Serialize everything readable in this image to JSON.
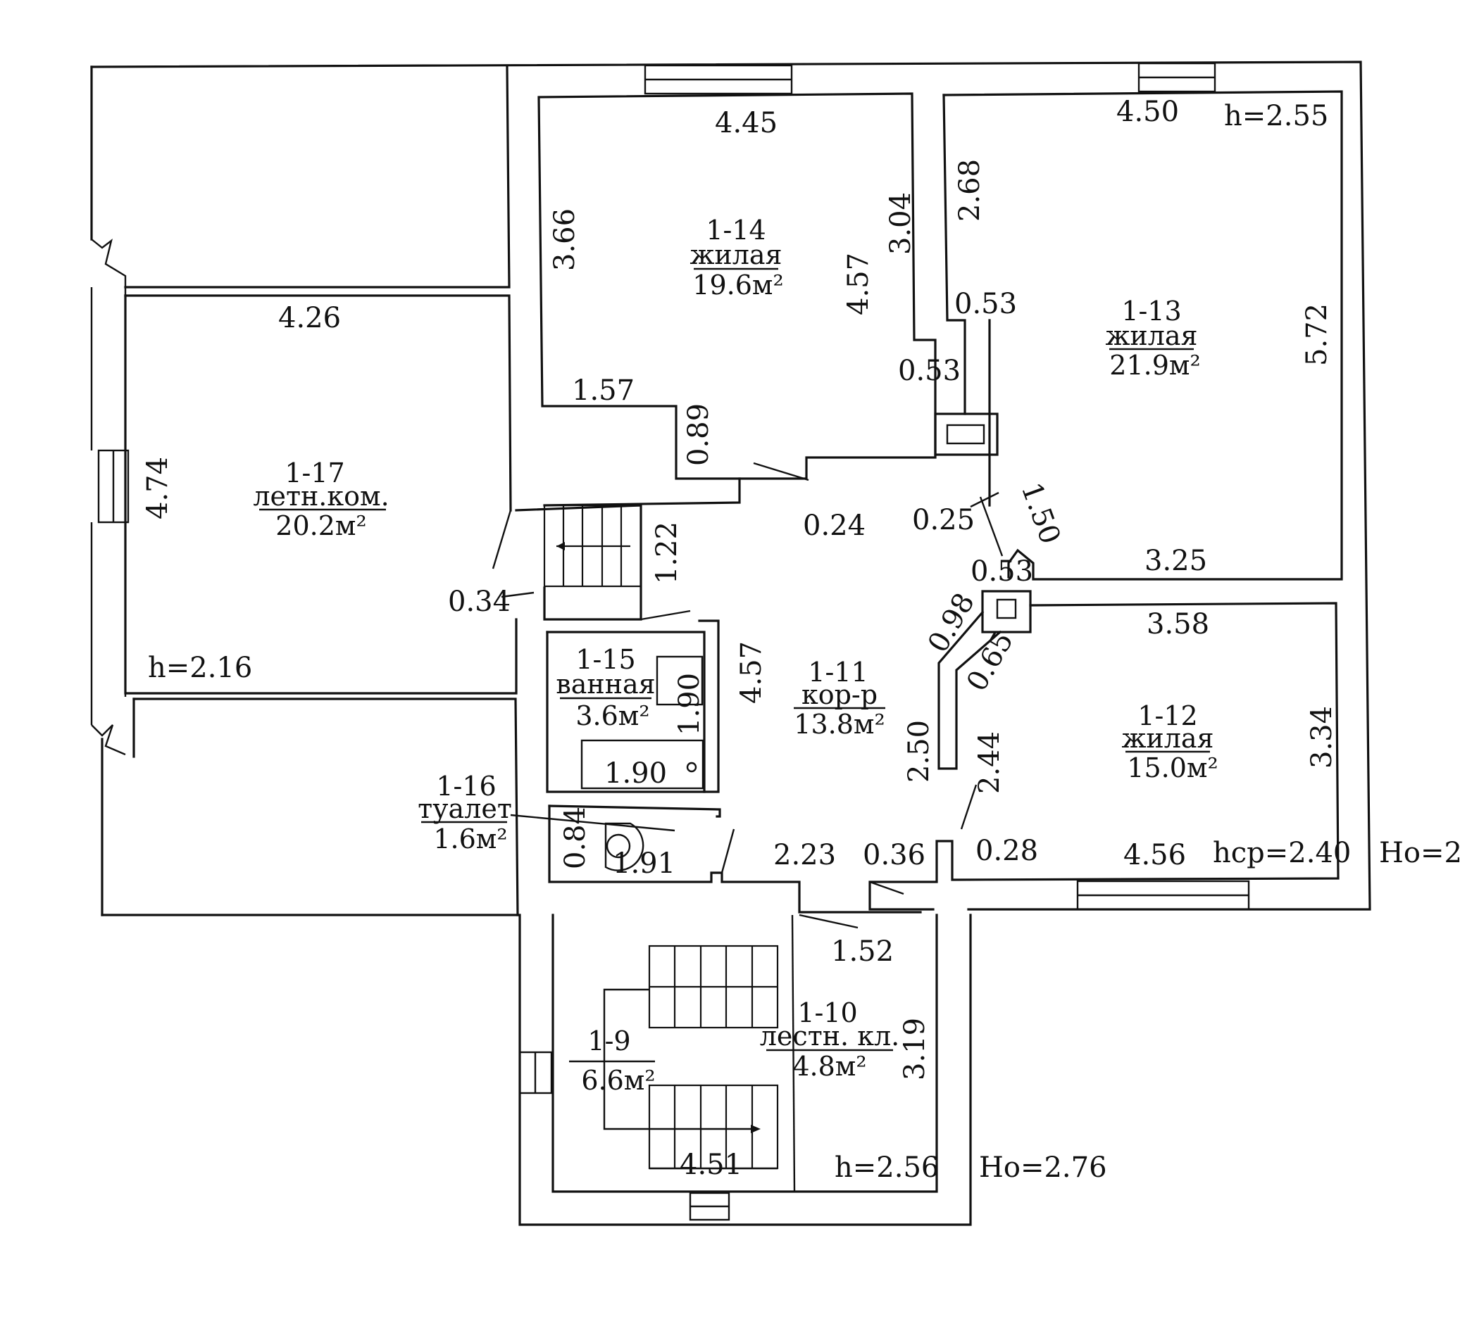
{
  "rooms": [
    {
      "num": "1-14",
      "name": "жилая",
      "area": "19.6м²"
    },
    {
      "num": "1-13",
      "name": "жилая",
      "area": "21.9м²"
    },
    {
      "num": "1-17",
      "name": "летн.ком.",
      "area": "20.2м²"
    },
    {
      "num": "1-15",
      "name": "ванная",
      "area": "3.6м²"
    },
    {
      "num": "1-11",
      "name": "кор-р",
      "area": "13.8м²"
    },
    {
      "num": "1-12",
      "name": "жилая",
      "area": "15.0м²"
    },
    {
      "num": "1-16",
      "name": "туалет",
      "area": "1.6м²"
    },
    {
      "num": "1-10",
      "name": "лестн. кл.",
      "area": "4.8м²"
    },
    {
      "num": "1-9",
      "name": "",
      "area": "6.6м²"
    }
  ],
  "dimensions": {
    "d445": "4.45",
    "d450": "4.50",
    "d366": "3.66",
    "d304": "3.04",
    "d457a": "4.57",
    "d268": "2.68",
    "d053a": "0.53",
    "d053b": "0.53",
    "d572": "5.72",
    "d426": "4.26",
    "d157": "1.57",
    "d089": "0.89",
    "d474": "4.74",
    "d024": "0.24",
    "d025": "0.25",
    "d150": "1.50",
    "d325": "3.25",
    "d053c": "0.53",
    "d122": "1.22",
    "d034": "0.34",
    "d358": "3.58",
    "d098": "0.98",
    "d065": "0.65",
    "d457b": "4.57",
    "d190a": "1.90",
    "d190b": "1.90",
    "d334": "3.34",
    "d250": "2.50",
    "d244": "2.44",
    "d084": "0.84",
    "d191": "1.91",
    "d223": "2.23",
    "d036": "0.36",
    "d028": "0.28",
    "d456": "4.56",
    "d152": "1.52",
    "d319": "3.19",
    "d451": "4.51"
  },
  "heights": {
    "h255": "h=2.55",
    "h216": "h=2.16",
    "hcp240": "hср=2.40",
    "ho2": "Ho=2.",
    "h256": "h=2.56",
    "ho276": "Ho=2.76"
  }
}
